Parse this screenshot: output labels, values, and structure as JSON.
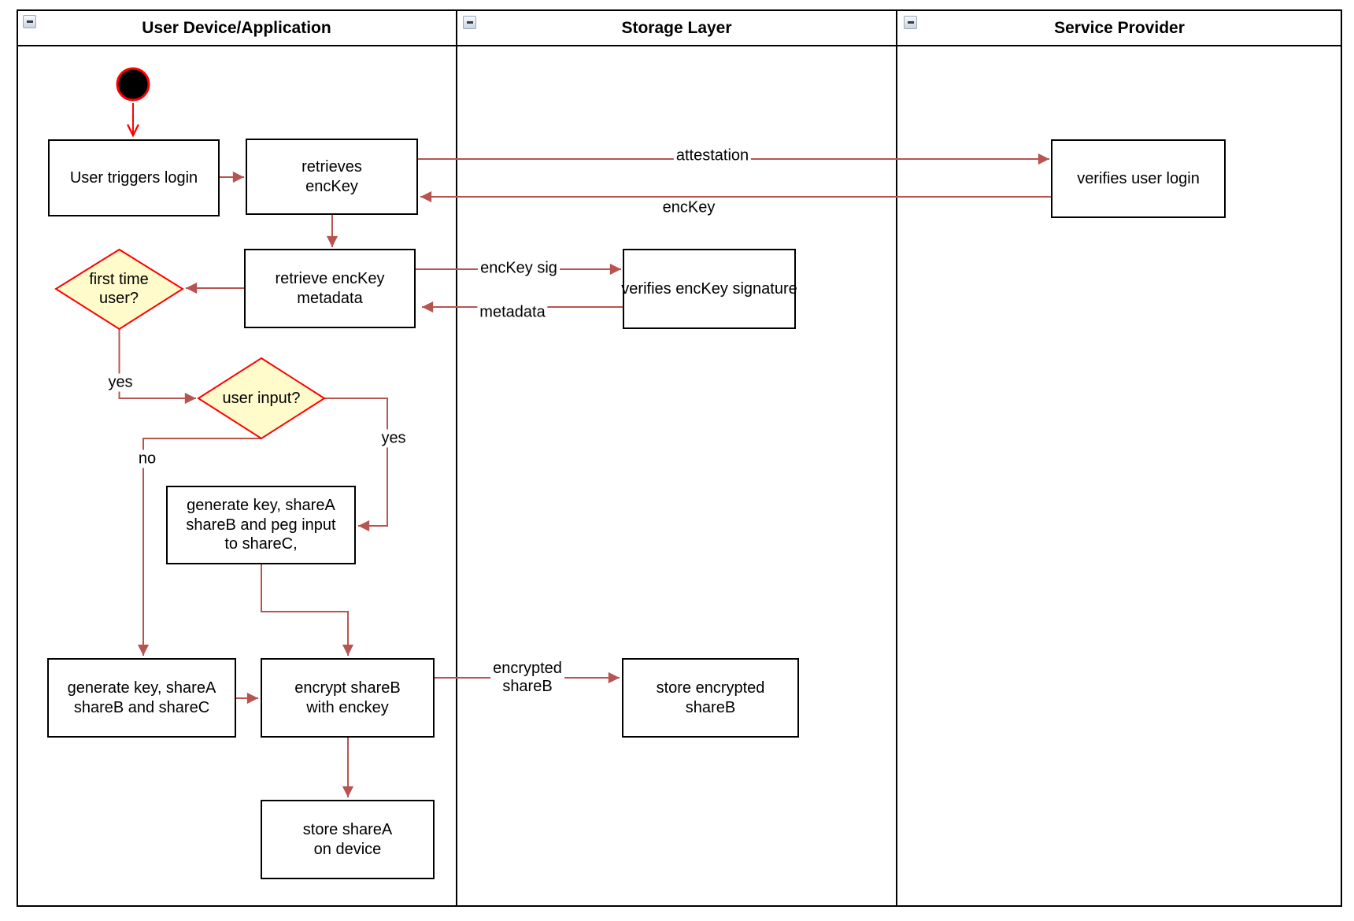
{
  "diagram": {
    "type": "swimlane-activity-diagram",
    "lanes": [
      {
        "title": "User Device/Application"
      },
      {
        "title": "Storage Layer"
      },
      {
        "title": "Service Provider"
      }
    ],
    "icons": {
      "collapse": "minus"
    },
    "nodes": {
      "start": {
        "type": "initial-state"
      },
      "user_triggers_login": {
        "label": "User triggers login"
      },
      "retrieves_enckey": {
        "label": "retrieves\nencKey"
      },
      "retrieve_enckey_metadata": {
        "label": "retrieve encKey\nmetadata"
      },
      "first_time_user": {
        "label": "first time\nuser?"
      },
      "user_input": {
        "label": "user input?"
      },
      "generate_key_peg_input": {
        "label": "generate key, shareA\nshareB and peg input\nto shareC,"
      },
      "generate_key_sharec": {
        "label": "generate key, shareA\nshareB and shareC"
      },
      "encrypt_shareb": {
        "label": "encrypt shareB\nwith enckey"
      },
      "store_sharea": {
        "label": "store shareA\non device"
      },
      "verifies_enckey_signature": {
        "label": "verifies encKey signature"
      },
      "store_encrypted_shareb": {
        "label": "store encrypted\nshareB"
      },
      "verifies_user_login": {
        "label": "verifies user login"
      }
    },
    "edge_labels": {
      "attestation": "attestation",
      "enckey": "encKey",
      "enckey_sig": "encKey sig",
      "metadata": "metadata",
      "yes_first_time": "yes",
      "yes_user_input": "yes",
      "no_user_input": "no",
      "encrypted_shareb": "encrypted\nshareB"
    },
    "colors": {
      "arrow": "#B85450",
      "start-arrow": "#FF0000",
      "start-fill": "#000000",
      "start-border": "#FF0000",
      "decision-fill": "#FFFBCB",
      "decision-border": "#FF0000",
      "node-border": "#000000",
      "node-fill": "#FFFFFF",
      "lane-border": "#000000"
    }
  }
}
